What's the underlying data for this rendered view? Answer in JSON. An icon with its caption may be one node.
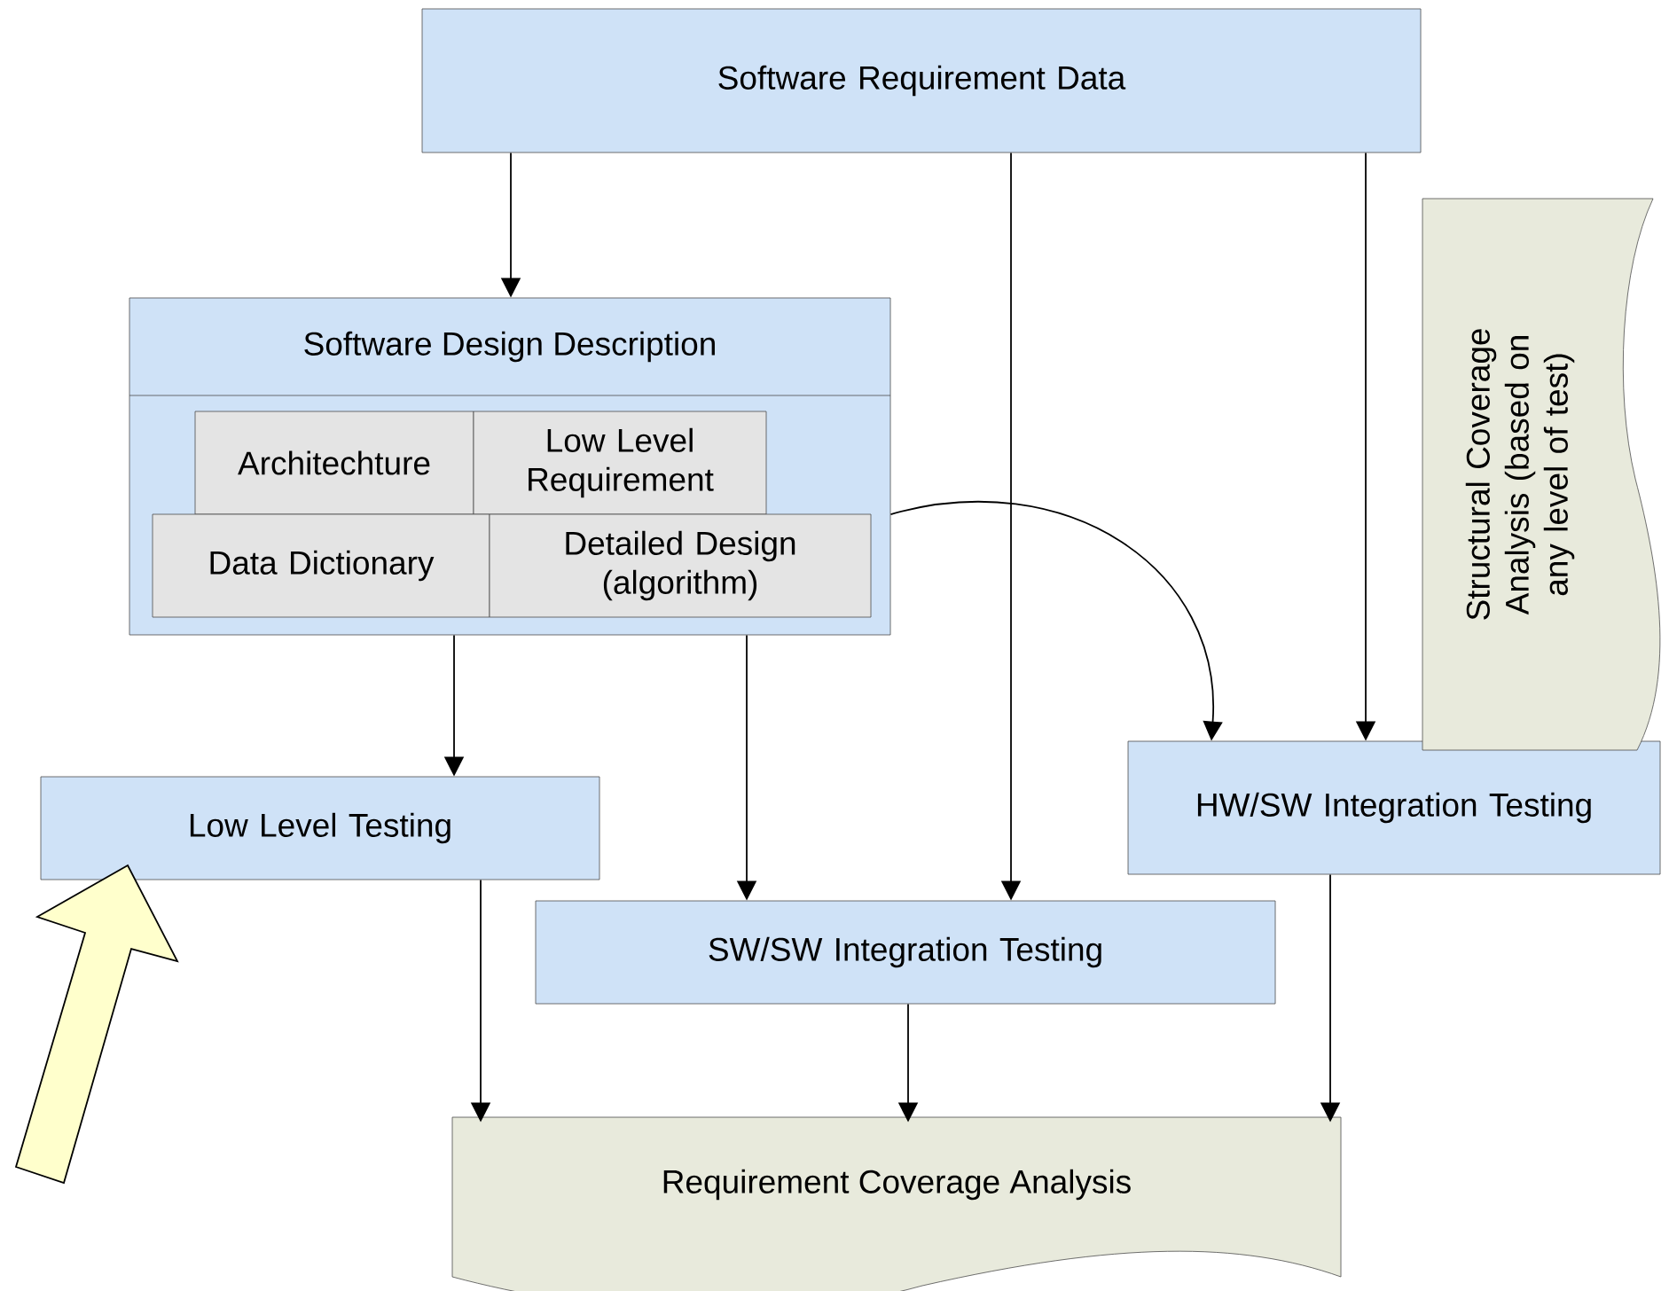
{
  "diagram": {
    "nodes": [
      {
        "text": [
          "Software Requirement Data"
        ]
      },
      {
        "text": [
          "Software Design Description"
        ]
      },
      {
        "text": [
          "Architechture"
        ],
        "in": 1
      },
      {
        "text": [
          "Low Level Requirement"
        ],
        "in": 1
      },
      {
        "text": [
          "Data Dictionary"
        ],
        "in": 1
      },
      {
        "text": [
          "Detailed Design (algorithm)"
        ],
        "in": 1
      },
      {
        "text": [
          "Low Level Testing"
        ]
      },
      {
        "text": [
          "SW/SW Integration Testing"
        ]
      },
      {
        "text": [
          "HW/SW Integration Testing"
        ]
      },
      {
        "text": [
          "Requirement Coverage Analysis"
        ]
      },
      {
        "text": [
          "Structural Coverage Analysis (based on any level of test)"
        ]
      }
    ],
    "edges": [
      {
        "from": 0,
        "to": 1,
        "arrow": "to"
      },
      {
        "from": 0,
        "to": 7,
        "arrow": "to"
      },
      {
        "from": 0,
        "to": 8,
        "arrow": "to"
      },
      {
        "from": 1,
        "to": 6,
        "arrow": "to"
      },
      {
        "from": 1,
        "to": 7,
        "arrow": "to"
      },
      {
        "from": 1,
        "to": 8,
        "arrow": "to"
      },
      {
        "from": 6,
        "to": 9,
        "arrow": "to"
      },
      {
        "from": 7,
        "to": 9,
        "arrow": "to"
      },
      {
        "from": 8,
        "to": 9,
        "arrow": "to"
      },
      {
        "from": null,
        "to": 6,
        "arrow": "to",
        "style": "thick",
        "color": "#ffffcc"
      }
    ]
  }
}
